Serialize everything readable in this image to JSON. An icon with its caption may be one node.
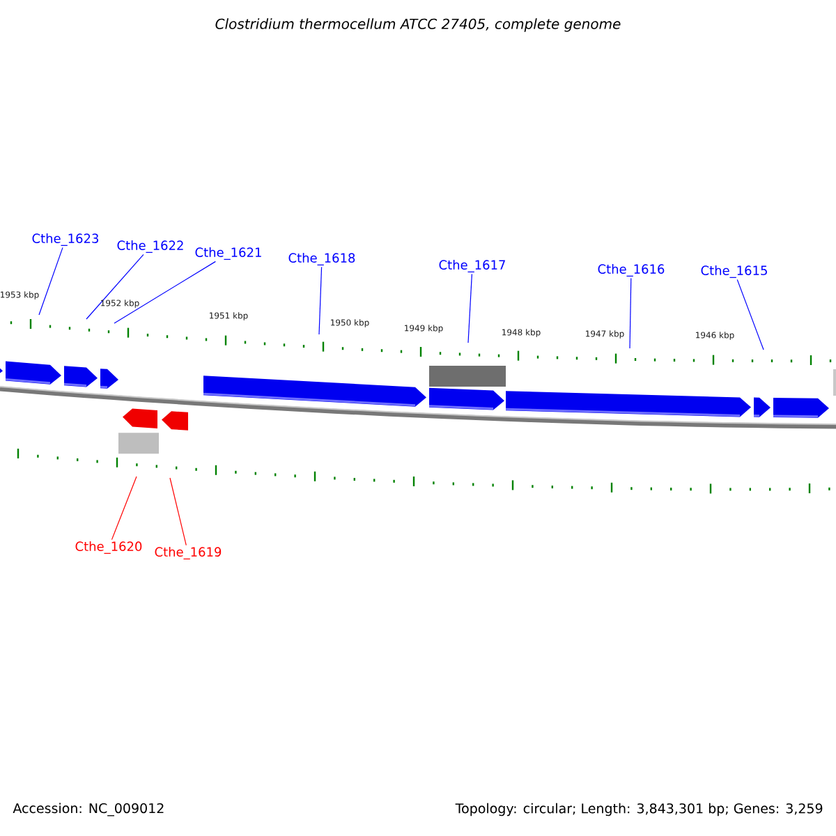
{
  "diagram": {
    "title": "Clostridium thermocellum ATCC 27405, complete genome",
    "nodes": [
      {
        "text": [
          "Cthe_1623"
        ]
      },
      {
        "text": [
          "Cthe_1622"
        ]
      },
      {
        "text": [
          "Cthe_1621"
        ]
      },
      {
        "text": [
          "Cthe_1618"
        ]
      },
      {
        "text": [
          "Cthe_1617"
        ]
      },
      {
        "text": [
          "Cthe_1616"
        ]
      },
      {
        "text": [
          "Cthe_1615"
        ]
      },
      {
        "text": [
          "Cthe_1620"
        ]
      },
      {
        "text": [
          "Cthe_1619"
        ]
      }
    ],
    "edges": [
      {
        "from": 0,
        "to": null,
        "arrow": "none"
      },
      {
        "from": 1,
        "to": null,
        "arrow": "none"
      },
      {
        "from": 2,
        "to": null,
        "arrow": "none"
      },
      {
        "from": 3,
        "to": null,
        "arrow": "none"
      },
      {
        "from": 4,
        "to": null,
        "arrow": "none"
      },
      {
        "from": 5,
        "to": null,
        "arrow": "none"
      },
      {
        "from": 6,
        "to": null,
        "arrow": "none"
      },
      {
        "from": 7,
        "to": null,
        "arrow": "none",
        "color": "#ff0000"
      },
      {
        "from": 8,
        "to": null,
        "arrow": "none",
        "color": "#ff0000"
      }
    ],
    "labels": [
      "1953 kbp",
      "1952 kbp",
      "1951 kbp",
      "1950 kbp",
      "1949 kbp",
      "1948 kbp",
      "1947 kbp",
      "1946 kbp",
      "Accession: NC_009012",
      "Topology: circular; Length: 3,843,301 bp; Genes: 3,259"
    ]
  }
}
